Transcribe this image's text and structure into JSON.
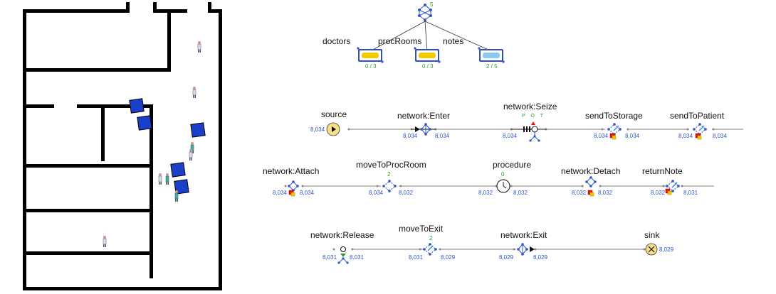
{
  "network_icon_count": "5",
  "pools": [
    {
      "id": "doctors",
      "label": "doctors",
      "usage": "0 / 3",
      "color": "#f5c800"
    },
    {
      "id": "procRooms",
      "label": "procRooms",
      "usage": "0 / 3",
      "color": "#f5c800"
    },
    {
      "id": "notes",
      "label": "notes",
      "usage": "2 / 5",
      "color": "#8cc8f0"
    }
  ],
  "blocks": [
    {
      "id": "source",
      "label": "source",
      "icon": "source-icon",
      "in": "",
      "out": "8,034"
    },
    {
      "id": "enter",
      "label": "network:Enter",
      "icon": "network-enter-icon",
      "in": "8,034",
      "out": "8,034"
    },
    {
      "id": "seize",
      "label": "network:Seize",
      "icon": "seize-icon",
      "in": "8,034",
      "out": "",
      "flags": "P O T"
    },
    {
      "id": "sendToStorage",
      "label": "sendToStorage",
      "icon": "send-to-icon",
      "in": "8,034",
      "out": "8,034"
    },
    {
      "id": "sendToPatient",
      "label": "sendToPatient",
      "icon": "send-to-icon",
      "in": "8,034",
      "out": "8,034"
    },
    {
      "id": "attach",
      "label": "network:Attach",
      "icon": "attach-icon",
      "in": "8,034",
      "out": "8,034"
    },
    {
      "id": "moveToProcRoom",
      "label": "moveToProcRoom",
      "icon": "move-to-icon",
      "in": "8,034",
      "out": "8,032",
      "queue": "2"
    },
    {
      "id": "procedure",
      "label": "procedure",
      "icon": "delay-icon",
      "in": "8,032",
      "out": "8,032",
      "queue": "0"
    },
    {
      "id": "detach",
      "label": "network:Detach",
      "icon": "detach-icon",
      "in": "8,032",
      "out": "8,032"
    },
    {
      "id": "returnNote",
      "label": "returnNote",
      "icon": "send-to-icon",
      "in": "8,032",
      "out": "8,031"
    },
    {
      "id": "release",
      "label": "network:Release",
      "icon": "release-icon",
      "in": "8,031",
      "out": "8,031"
    },
    {
      "id": "moveToExit",
      "label": "moveToExit",
      "icon": "move-to-icon",
      "in": "8,031",
      "out": "8,029",
      "queue": "2"
    },
    {
      "id": "exit",
      "label": "network:Exit",
      "icon": "network-exit-icon",
      "in": "8,029",
      "out": "8,029"
    },
    {
      "id": "sink",
      "label": "sink",
      "icon": "sink-icon",
      "in": "",
      "out": "8,029"
    }
  ],
  "colors": {
    "accent": "#2f55c8",
    "pool_border": "#3050c0",
    "counter": "#2f55c8",
    "green": "#2a9d2a"
  }
}
